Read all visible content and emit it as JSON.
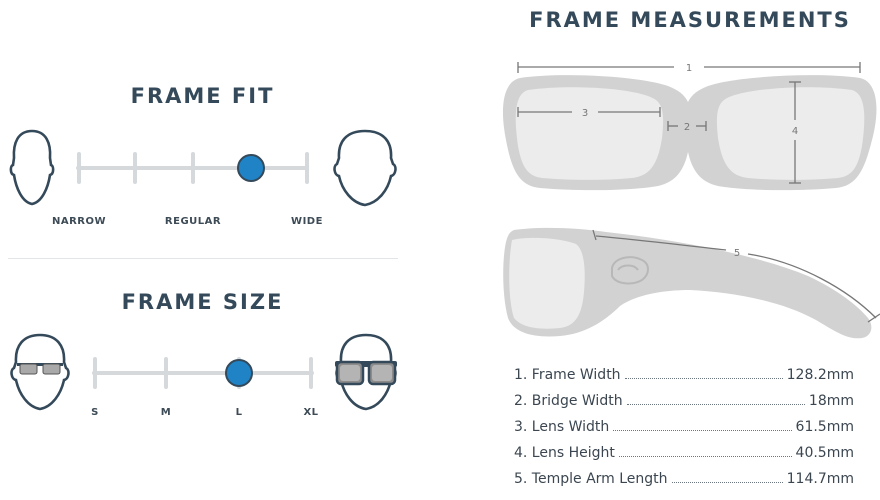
{
  "frame_fit": {
    "title": "FRAME FIT",
    "labels": [
      "NARROW",
      "REGULAR",
      "WIDE"
    ],
    "selected": "WIDE"
  },
  "frame_size": {
    "title": "FRAME SIZE",
    "labels": [
      "S",
      "M",
      "L",
      "XL"
    ],
    "selected": "L"
  },
  "frame_measurements": {
    "title": "FRAME MEASUREMENTS",
    "diagram_numbers": [
      "1",
      "2",
      "3",
      "4",
      "5"
    ],
    "items": [
      {
        "label": "1. Frame Width",
        "value": "128.2mm"
      },
      {
        "label": "2. Bridge Width",
        "value": "18mm"
      },
      {
        "label": "3. Lens Width",
        "value": "61.5mm"
      },
      {
        "label": "4. Lens Height",
        "value": "40.5mm"
      },
      {
        "label": "5. Temple Arm Length",
        "value": "114.7mm"
      }
    ]
  },
  "colors": {
    "heading": "#34495a",
    "selected": "#1f83c6",
    "track": "#d6d9dc",
    "frame_gray": "#d2d2d2"
  }
}
